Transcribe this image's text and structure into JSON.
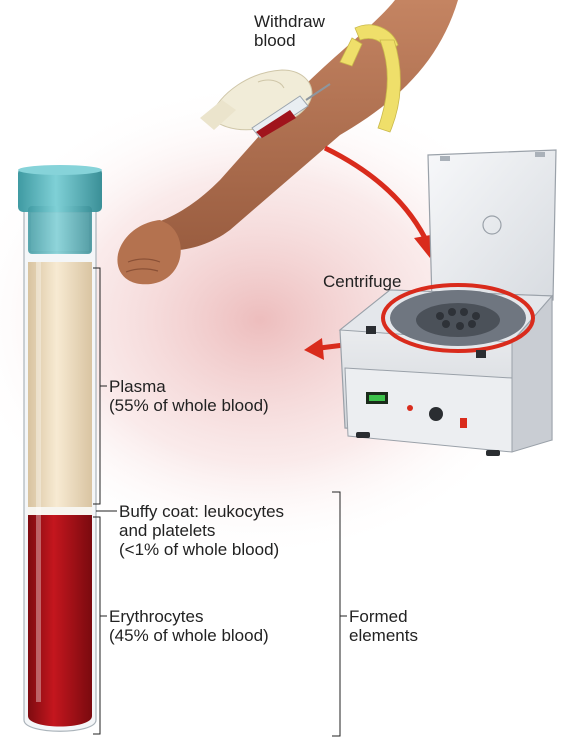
{
  "labels": {
    "withdraw": [
      "Withdraw",
      "blood"
    ],
    "centrifuge": "Centrifuge",
    "plasma": [
      "Plasma",
      "(55% of whole blood)"
    ],
    "buffy": [
      "Buffy coat: leukocytes",
      "and platelets",
      "(<1% of whole blood)"
    ],
    "erythrocytes": [
      "Erythrocytes",
      "(45% of whole blood)"
    ],
    "formed": [
      "Formed",
      "elements"
    ]
  },
  "colors": {
    "blood": "#b3121a",
    "plasma": "#efdcbc",
    "cap": "#5bb5bd",
    "arrow": "#d92b1c",
    "skin": "#b07050",
    "glove": "#f1ecd8",
    "tourniquet": "#efdf6a",
    "glow": "#e7a7a7"
  },
  "proportions": {
    "plasma_percent": 55,
    "buffy_coat_percent": "<1",
    "erythrocytes_percent": 45
  }
}
